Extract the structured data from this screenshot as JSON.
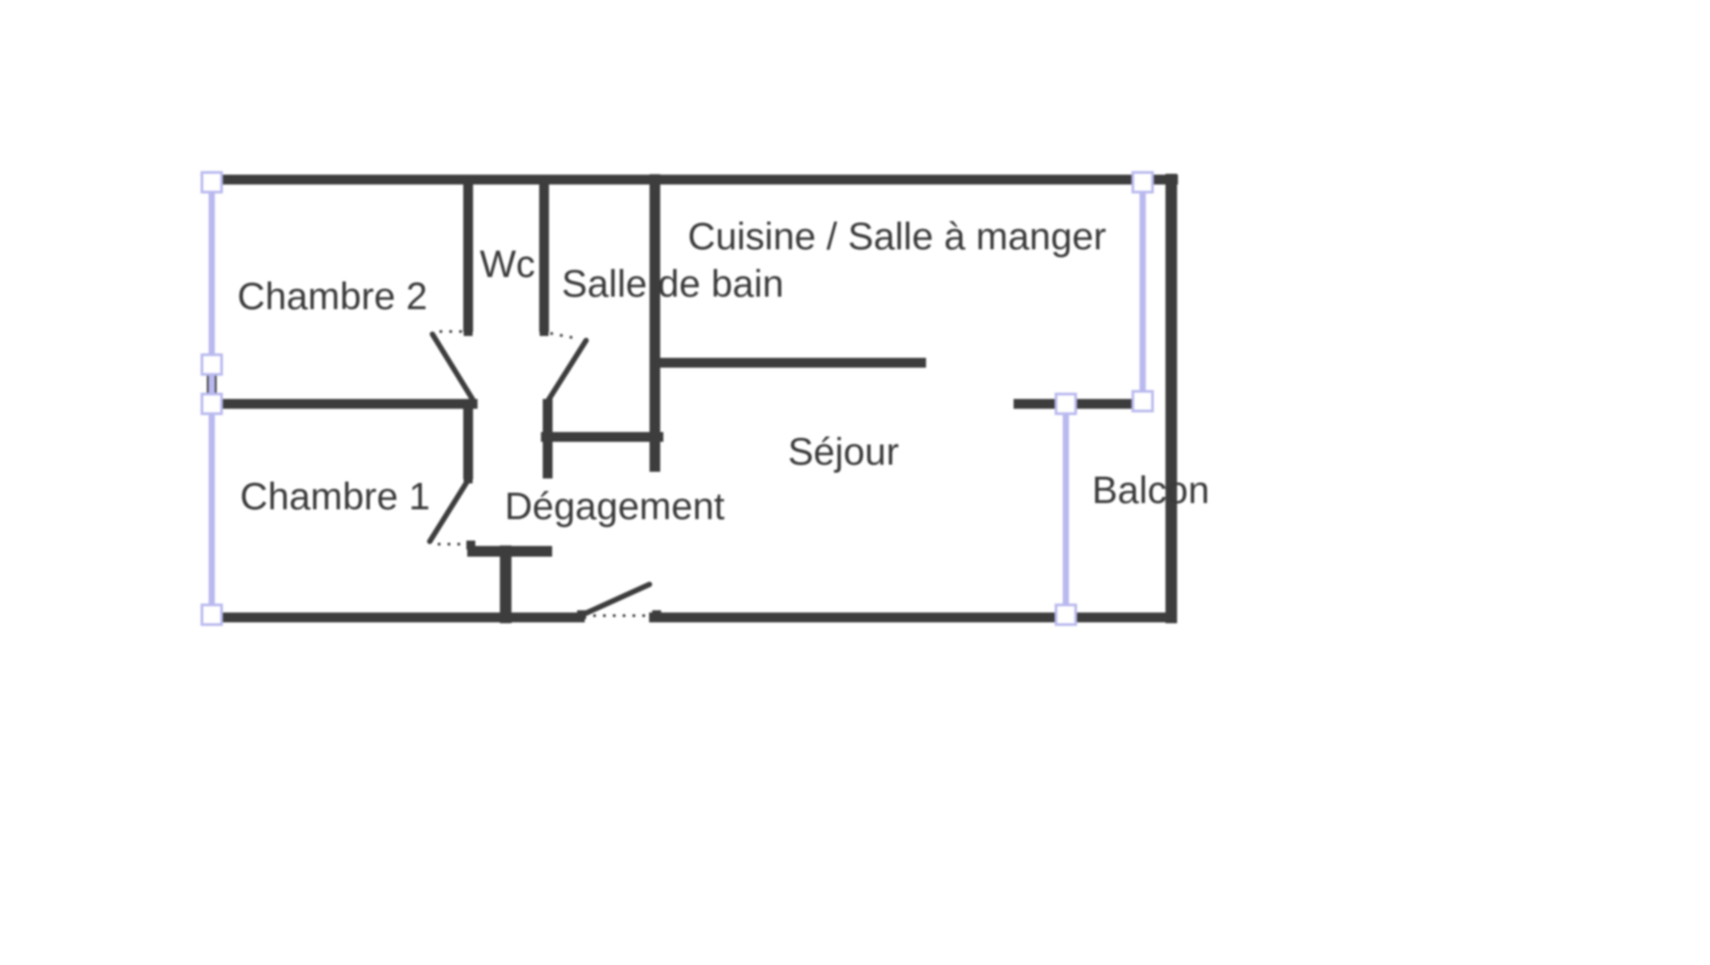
{
  "plan": {
    "rooms": {
      "chambre2": "Chambre 2",
      "wc": "Wc",
      "salle_de_bain": "Salle de bain",
      "cuisine": "Cuisine / Salle à manger",
      "chambre1": "Chambre 1",
      "degagement": "Dégagement",
      "sejour": "Séjour",
      "balcon": "Balcon"
    },
    "colors": {
      "wall": "#3d3d3d",
      "window": "#b9b9ef",
      "window_fill": "#ffffff",
      "text": "#3a3a3a",
      "background": "#ffffff"
    }
  }
}
